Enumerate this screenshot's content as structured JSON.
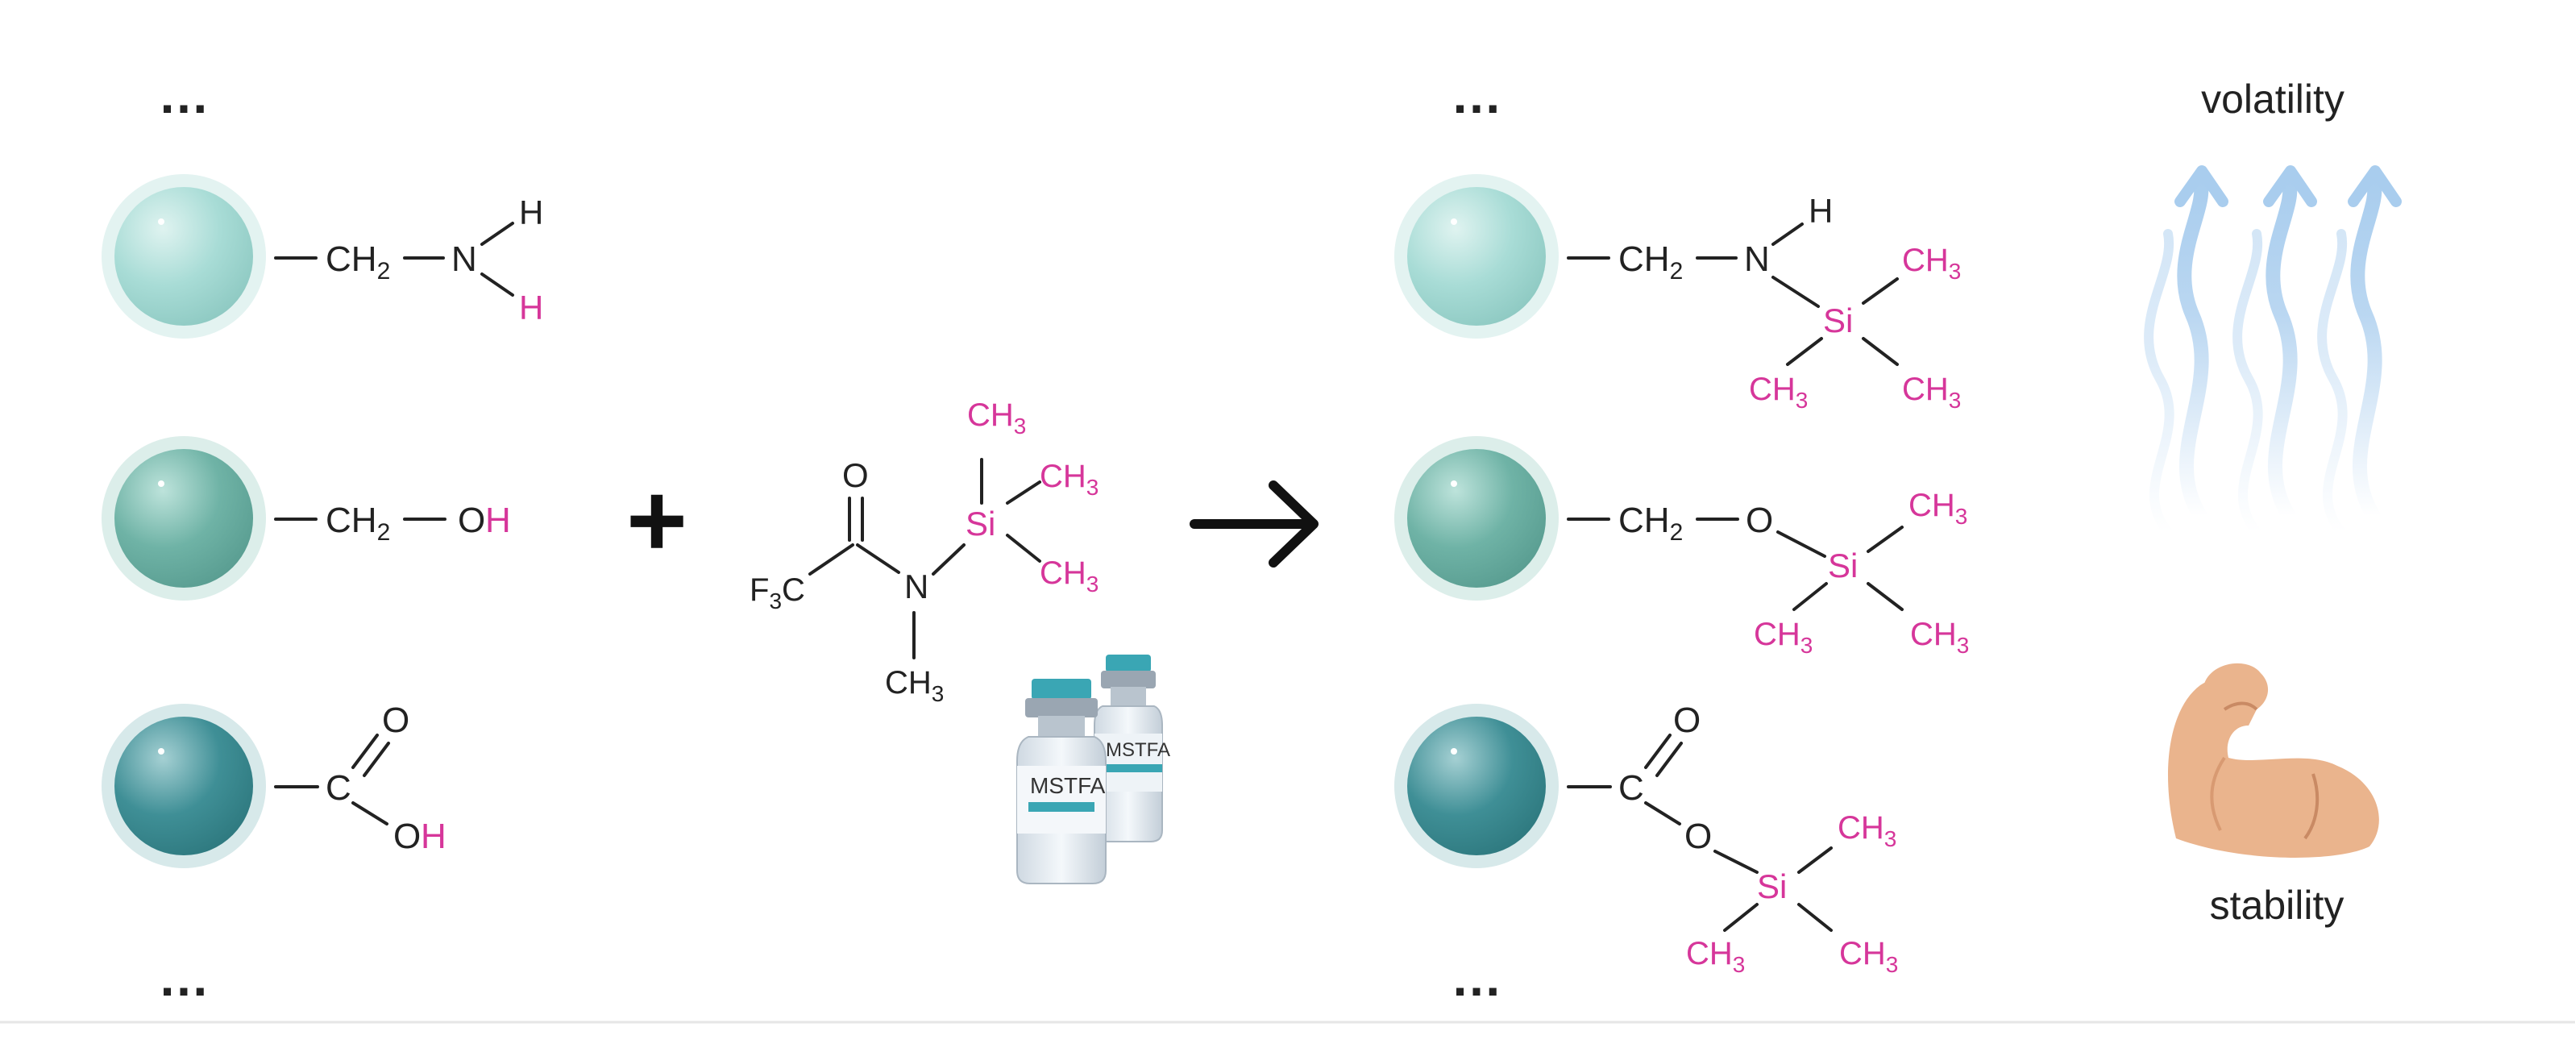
{
  "colors": {
    "ink": "#222222",
    "highlight": "#d6369a",
    "bead_light": "#a8dcd6",
    "bead_mid": "#6fb3a6",
    "bead_dark": "#3f8f96",
    "arrow_wave": "#a9cdee",
    "arm": "#eab48d"
  },
  "left": {
    "ellipsis_top": "…",
    "ellipsis_bottom": "…",
    "amine": {
      "ch2": "CH",
      "ch2_sub": "2",
      "n": "N",
      "h_top": "H",
      "h_reactive": "H"
    },
    "alcohol": {
      "ch2": "CH",
      "ch2_sub": "2",
      "o": "O",
      "h_reactive": "H"
    },
    "acid": {
      "c": "C",
      "o_double": "O",
      "o": "O",
      "h_reactive": "H"
    }
  },
  "plus": "+",
  "reagent": {
    "f3c_f": "F",
    "f3c_sub": "3",
    "f3c_c": "C",
    "o": "O",
    "n": "N",
    "si": "Si",
    "ch3_top": "CH",
    "ch3_right_top": "CH",
    "ch3_right_bottom": "CH",
    "ch3_bottom": "CH",
    "sub3": "3",
    "vial_label_front": "MSTFA",
    "vial_label_back": "MSTFA"
  },
  "arrow": "→",
  "right": {
    "ellipsis_top": "…",
    "ellipsis_bottom": "…",
    "amine": {
      "ch2": "CH",
      "ch2_sub": "2",
      "n": "N",
      "h": "H",
      "si": "Si",
      "ch3": "CH",
      "sub3": "3"
    },
    "alcohol": {
      "ch2": "CH",
      "ch2_sub": "2",
      "o": "O",
      "si": "Si",
      "ch3": "CH",
      "sub3": "3"
    },
    "acid": {
      "c": "C",
      "o_double": "O",
      "o": "O",
      "si": "Si",
      "ch3": "CH",
      "sub3": "3"
    }
  },
  "properties": {
    "volatility": "volatility",
    "stability": "stability",
    "volatility_icon": "rising-vapor-arrows-icon",
    "stability_icon": "flexed-arm-icon"
  }
}
